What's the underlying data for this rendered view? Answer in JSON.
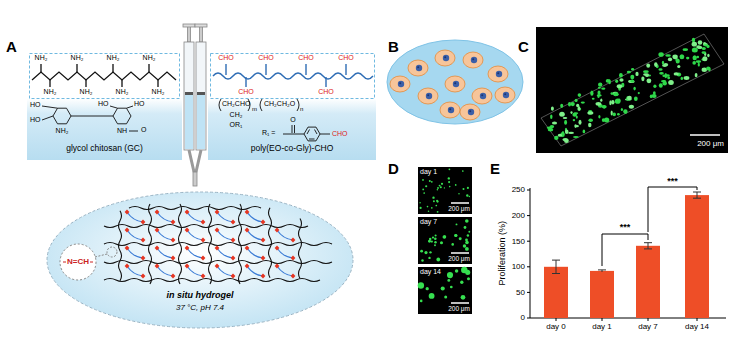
{
  "diagram": {
    "nodes": [
      {
        "text": [
          "glycol chitosan (GC)"
        ]
      },
      {
        "text": [
          "poly(EO-co-Gly)-CHO"
        ]
      },
      {
        "text": [
          "in situ hydrogel",
          "37 °C, pH 7.4"
        ]
      },
      {
        "text": [
          "200 μm"
        ]
      },
      {
        "text": [
          "day 1",
          "200 μm"
        ]
      },
      {
        "text": [
          "day 7",
          "200 μm"
        ]
      },
      {
        "text": [
          "day 14",
          "200 μm"
        ]
      }
    ],
    "labels": [
      "A",
      "B",
      "C",
      "D",
      "E",
      "NH₂",
      "NH₂",
      "NH₂",
      "NH₂",
      "NH₂",
      "NH₂",
      "NH₂",
      "NH₂",
      "CHO",
      "CHO",
      "CHO",
      "CHO",
      "CHO",
      "CHO",
      "HO",
      "HO",
      "NH₂",
      "HO",
      "HO",
      "NH",
      "O",
      "CH₂CHO",
      "m",
      "CH₂CH₂O",
      "n",
      "CH₂",
      "OR₁",
      "R₁ =",
      "O",
      "CHO",
      "N=CH",
      "0",
      "50",
      "100",
      "150",
      "200",
      "250",
      "Proliferation (%)",
      "day 0",
      "day 1",
      "day 7",
      "day 14",
      "***",
      "***"
    ]
  }
}
